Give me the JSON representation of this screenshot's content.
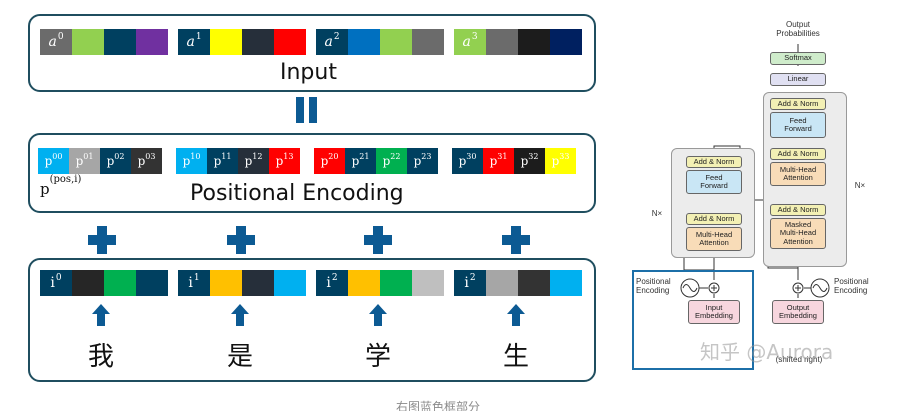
{
  "input_panel": {
    "title": "Input",
    "tokens": [
      {
        "base": "a",
        "sup": "0",
        "label_color": "#6b6b6b",
        "colors": [
          "#92d050",
          "#004060",
          "#7030a0"
        ]
      },
      {
        "base": "a",
        "sup": "1",
        "label_color": "#004060",
        "colors": [
          "#ffff00",
          "#262f3a",
          "#ff0000"
        ]
      },
      {
        "base": "a",
        "sup": "2",
        "label_color": "#004060",
        "colors": [
          "#0070c0",
          "#92d050",
          "#6b6b6b"
        ]
      },
      {
        "base": "a",
        "sup": "3",
        "label_color": "#92d050",
        "colors": [
          "#6b6b6b",
          "#1c1c1c",
          "#002060"
        ]
      }
    ]
  },
  "pe_panel": {
    "title": "Positional Encoding",
    "formula_base": "p",
    "formula_sup": "(pos,i)",
    "groups": [
      [
        {
          "t": "00",
          "c": "#00b0f0"
        },
        {
          "t": "01",
          "c": "#a6a6a6"
        },
        {
          "t": "02",
          "c": "#004060"
        },
        {
          "t": "03",
          "c": "#333333"
        }
      ],
      [
        {
          "t": "10",
          "c": "#00b0f0"
        },
        {
          "t": "11",
          "c": "#004060"
        },
        {
          "t": "12",
          "c": "#262f3a"
        },
        {
          "t": "13",
          "c": "#ff0000"
        }
      ],
      [
        {
          "t": "20",
          "c": "#ff0000"
        },
        {
          "t": "21",
          "c": "#004060"
        },
        {
          "t": "22",
          "c": "#00b050"
        },
        {
          "t": "23",
          "c": "#004060"
        }
      ],
      [
        {
          "t": "30",
          "c": "#004060"
        },
        {
          "t": "31",
          "c": "#ff0000"
        },
        {
          "t": "32",
          "c": "#1c1c1c"
        },
        {
          "t": "33",
          "c": "#ffff00"
        }
      ]
    ]
  },
  "emb_panel": {
    "tokens": [
      {
        "base": "i",
        "sup": "0",
        "colors": [
          "#262626",
          "#00b050",
          "#004060"
        ],
        "char": "我"
      },
      {
        "base": "i",
        "sup": "1",
        "colors": [
          "#ffc000",
          "#262f3a",
          "#00b0f0"
        ],
        "char": "是"
      },
      {
        "base": "i",
        "sup": "2",
        "colors": [
          "#ffc000",
          "#00b050",
          "#bfbfbf"
        ],
        "char": "学"
      },
      {
        "base": "i",
        "sup": "2",
        "colors": [
          "#a6a6a6",
          "#333333",
          "#00b0f0"
        ],
        "char": "生"
      }
    ]
  },
  "caption": "右图蓝色框部分",
  "transformer": {
    "output_probabilities": "Output\nProbabilities",
    "softmax": "Softmax",
    "linear": "Linear",
    "add_norm": "Add & Norm",
    "feed_forward": "Feed\nForward",
    "multi_head_attention": "Multi-Head\nAttention",
    "masked_mha": "Masked\nMulti-Head\nAttention",
    "nx": "N×",
    "positional_encoding": "Positional\nEncoding",
    "input_embedding": "Input\nEmbedding",
    "output_embedding": "Output\nEmbedding",
    "outputs_shifted": "(shifted right)",
    "watermark": "知乎 @Aurora"
  }
}
